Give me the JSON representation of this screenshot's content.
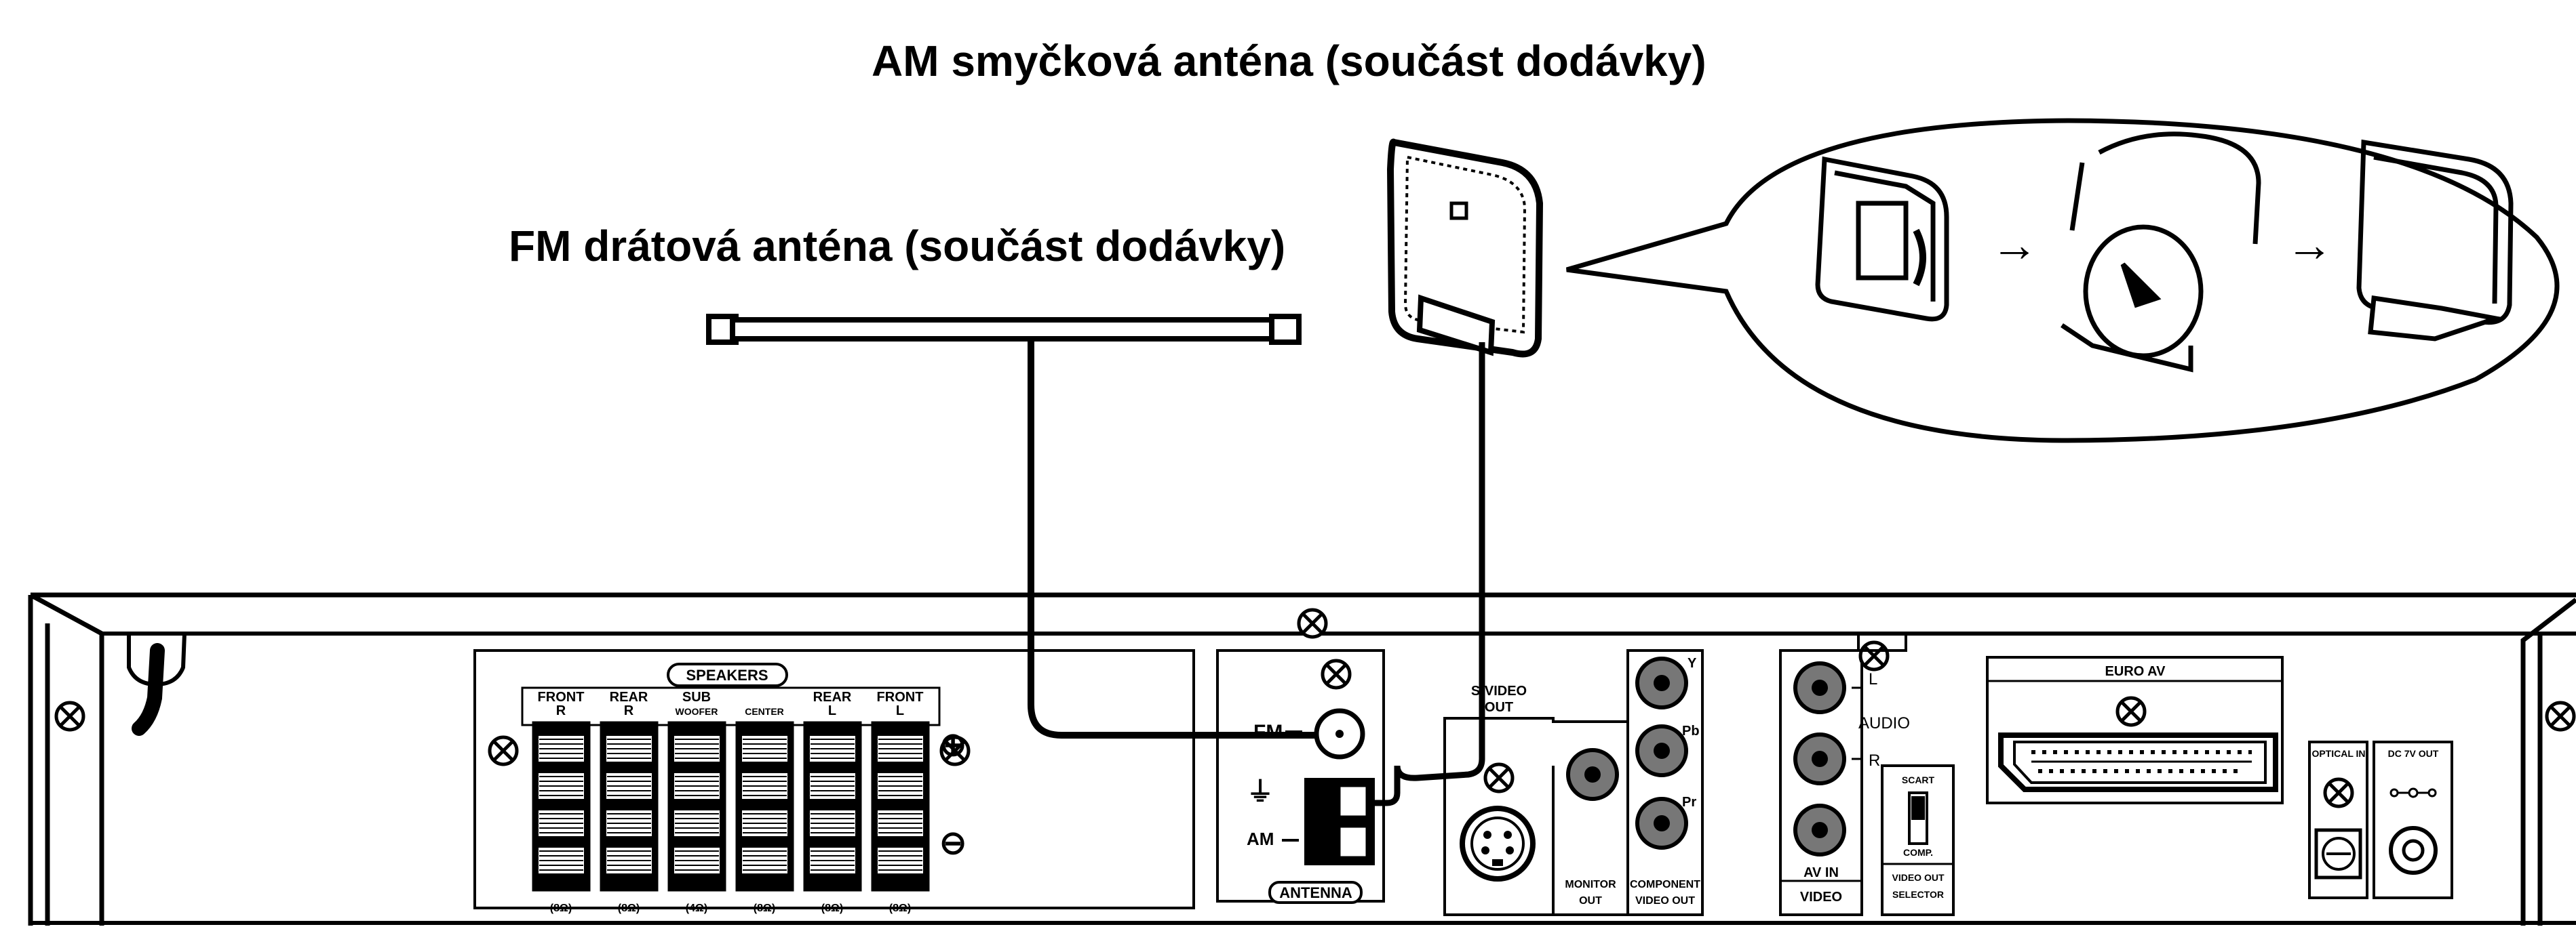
{
  "labels": {
    "am_antenna": "AM smyčková anténa (součást dodávky)",
    "fm_antenna": "FM drátová anténa (součást dodávky)"
  },
  "speakers": {
    "title": "SPEAKERS",
    "channels": [
      {
        "line1": "FRONT",
        "line2": "R",
        "impedance": "(8Ω)"
      },
      {
        "line1": "REAR",
        "line2": "R",
        "impedance": "(8Ω)"
      },
      {
        "line1": "SUB",
        "line2": "WOOFER",
        "impedance": "(4Ω)"
      },
      {
        "line1": "",
        "line2": "CENTER",
        "impedance": "(8Ω)"
      },
      {
        "line1": "REAR",
        "line2": "L",
        "impedance": "(8Ω)"
      },
      {
        "line1": "FRONT",
        "line2": "L",
        "impedance": "(8Ω)"
      }
    ],
    "plus": "⊕",
    "minus": "⊖"
  },
  "antenna": {
    "title": "ANTENNA",
    "fm": "FM",
    "am": "AM",
    "ground": "⏚"
  },
  "video": {
    "s_video": "S-VIDEO",
    "s_video_out": "OUT",
    "monitor_out_1": "MONITOR",
    "monitor_out_2": "OUT",
    "component_1": "COMPONENT",
    "component_2": "VIDEO OUT",
    "y": "Y",
    "pb": "Pb",
    "pr": "Pr",
    "audio": "AUDIO",
    "audio_l": "L",
    "audio_r": "R",
    "av_in": "AV IN",
    "av_video": "VIDEO",
    "scart": "SCART",
    "comp": "COMP.",
    "selector_1": "VIDEO OUT",
    "selector_2": "SELECTOR",
    "euro_av": "EURO AV",
    "optical_in": "OPTICAL IN",
    "dc_out": "DC 7V OUT"
  },
  "arrows": {
    "arrow": "→"
  }
}
